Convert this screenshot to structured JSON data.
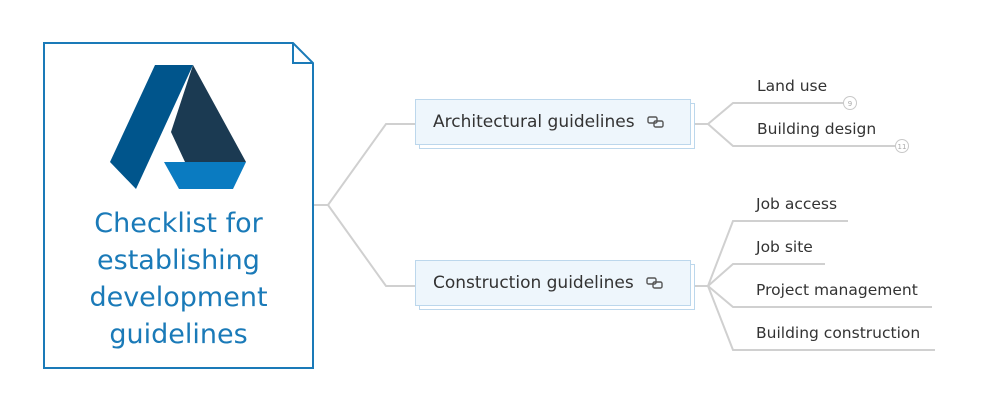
{
  "root": {
    "title_lines": [
      "Checklist for",
      "establishing",
      "development",
      "guidelines"
    ],
    "logo_colors": {
      "left": "#00558c",
      "right": "#1b3a52",
      "base": "#0a7bc1"
    }
  },
  "branches": [
    {
      "label": "Architectural guidelines",
      "link_icon": "link-icon",
      "children": [
        {
          "label": "Land use",
          "badge": "9"
        },
        {
          "label": "Building design",
          "badge": "11"
        }
      ]
    },
    {
      "label": "Construction guidelines",
      "link_icon": "link-icon",
      "children": [
        {
          "label": "Job access"
        },
        {
          "label": "Job site"
        },
        {
          "label": "Project management"
        },
        {
          "label": "Building construction"
        }
      ]
    }
  ],
  "colors": {
    "connector": "#d0d0d0",
    "root_border": "#1a7ab8",
    "branch_fill": "#eef6fc"
  }
}
